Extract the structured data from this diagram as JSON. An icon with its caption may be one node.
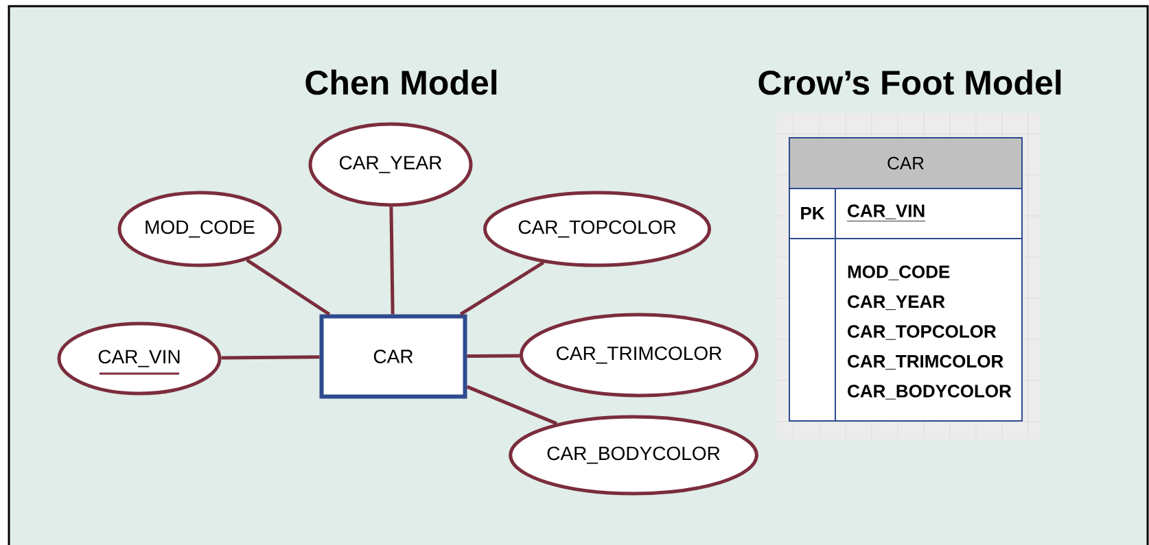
{
  "diagram": {
    "nodes": [
      {
        "text": [
          "CAR"
        ]
      },
      {
        "text": [
          "CAR_VIN"
        ]
      },
      {
        "text": [
          "MOD_CODE"
        ]
      },
      {
        "text": [
          "CAR_YEAR"
        ]
      },
      {
        "text": [
          "CAR_TOPCOLOR"
        ]
      },
      {
        "text": [
          "CAR_TRIMCOLOR"
        ]
      },
      {
        "text": [
          "CAR_BODYCOLOR"
        ]
      },
      {
        "text": [
          "CAR",
          "PK",
          "CAR_VIN",
          "MOD_CODE",
          "CAR_YEAR",
          "CAR_TOPCOLOR",
          "CAR_TRIMCOLOR",
          "CAR_BODYCOLOR"
        ]
      }
    ],
    "edges": [
      {
        "from": 1,
        "to": 0,
        "arrow": "none"
      },
      {
        "from": 2,
        "to": 0,
        "arrow": "none"
      },
      {
        "from": 3,
        "to": 0,
        "arrow": "none"
      },
      {
        "from": 4,
        "to": 0,
        "arrow": "none"
      },
      {
        "from": 5,
        "to": 0,
        "arrow": "none"
      },
      {
        "from": 6,
        "to": 0,
        "arrow": "none"
      }
    ],
    "labels": [
      "Chen Model",
      "Crow’s Foot Model"
    ]
  }
}
